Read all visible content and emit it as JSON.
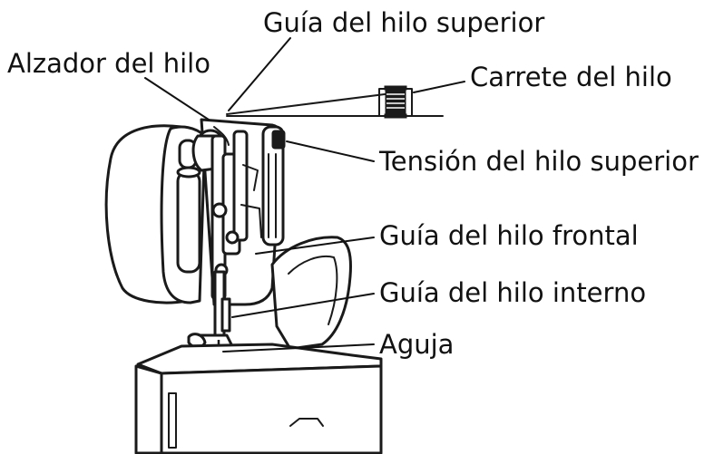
{
  "labels": {
    "guia_hilo_superior": "Guía del hilo superior",
    "alzador_hilo": "Alzador del hilo",
    "carrete_hilo": "Carrete del hilo",
    "tension_hilo_superior": "Tensión del hilo superior",
    "guia_hilo_frontal": "Guía del hilo frontal",
    "guia_hilo_interno": "Guía del hilo interno",
    "aguja": "Aguja"
  },
  "colors": {
    "ink": "#1a1a1a",
    "background": "#ffffff"
  }
}
